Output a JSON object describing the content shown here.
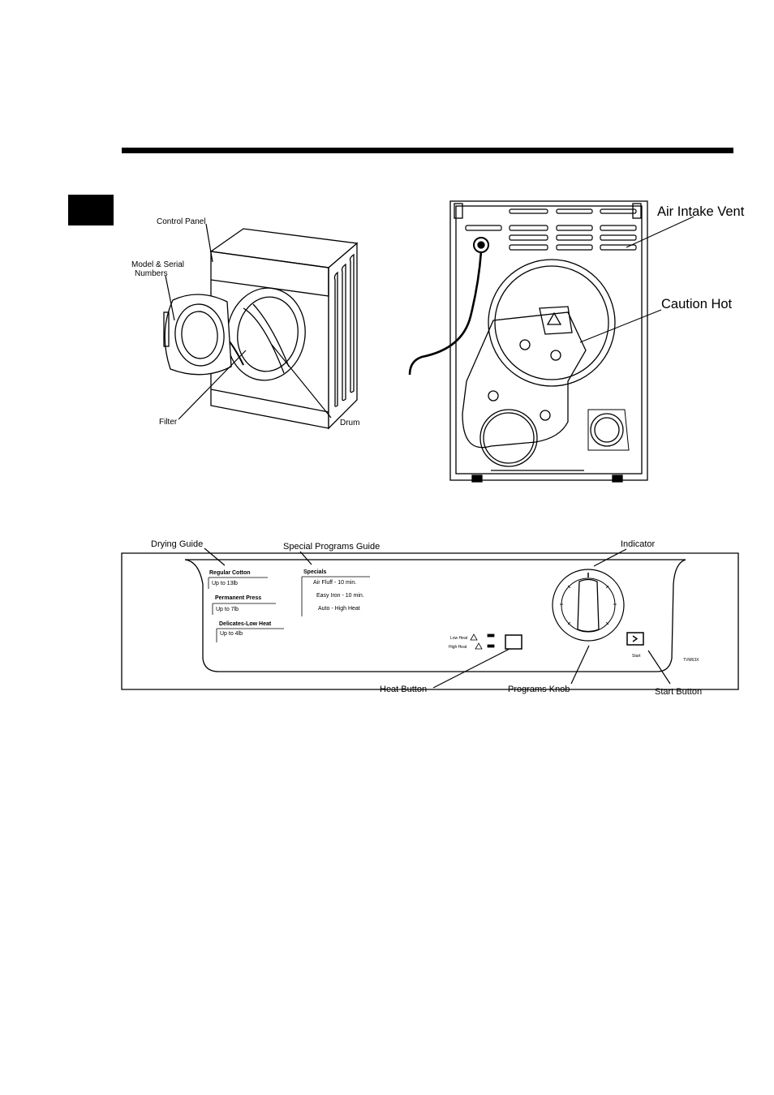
{
  "front_view": {
    "control_panel": "Control Panel",
    "model_serial_line1": "Model & Serial",
    "model_serial_line2": "Numbers",
    "filter": "Filter",
    "drum": "Drum"
  },
  "rear_view": {
    "air_intake_vent": "Air Intake Vent",
    "caution_hot": "Caution Hot"
  },
  "panel_callouts": {
    "drying_guide": "Drying Guide",
    "special_programs_guide": "Special Programs Guide",
    "indicator": "Indicator",
    "heat_button": "Heat Button",
    "programs_knob": "Programs Knob",
    "start_button": "Start Button"
  },
  "drying_guide_items": [
    {
      "title": "Regular Cotton",
      "detail": "Up to 13lb"
    },
    {
      "title": "Permanent Press",
      "detail": "Up to 7lb"
    },
    {
      "title": "Delicates-Low Heat",
      "detail": "Up to 4lb"
    }
  ],
  "specials": {
    "title": "Specials",
    "items": [
      "Air Fluff - 10 min.",
      "Easy Iron - 10 min.",
      "Auto - High Heat"
    ]
  },
  "heat": {
    "low": "Low Heat",
    "high": "High Heat"
  },
  "start_label": "Start",
  "model_code": "TVM63X"
}
